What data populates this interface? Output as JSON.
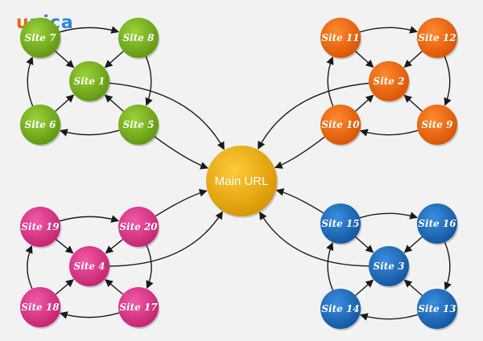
{
  "logo": {
    "text": "unica"
  },
  "colors": {
    "green": "#7ab317",
    "orange": "#f26a0a",
    "magenta": "#e03a8c",
    "blue": "#1d6fc0",
    "main": "#f0b000",
    "logo_u": "#e8641c",
    "logo_rest": "#2a86d8"
  },
  "center": {
    "label": "Main URL"
  },
  "clusters": [
    {
      "name": "green",
      "hub": "Site 1",
      "nodes": [
        {
          "id": "site-1",
          "label": "Site 1"
        },
        {
          "id": "site-5",
          "label": "Site 5"
        },
        {
          "id": "site-6",
          "label": "Site 6"
        },
        {
          "id": "site-7",
          "label": "Site 7"
        },
        {
          "id": "site-8",
          "label": "Site 8"
        }
      ]
    },
    {
      "name": "orange",
      "hub": "Site 2",
      "nodes": [
        {
          "id": "site-2",
          "label": "Site 2"
        },
        {
          "id": "site-9",
          "label": "Site 9"
        },
        {
          "id": "site-10",
          "label": "Site 10"
        },
        {
          "id": "site-11",
          "label": "Site 11"
        },
        {
          "id": "site-12",
          "label": "Site 12"
        }
      ]
    },
    {
      "name": "magenta",
      "hub": "Site 4",
      "nodes": [
        {
          "id": "site-4",
          "label": "Site 4"
        },
        {
          "id": "site-17",
          "label": "Site 17"
        },
        {
          "id": "site-18",
          "label": "Site 18"
        },
        {
          "id": "site-19",
          "label": "Site 19"
        },
        {
          "id": "site-20",
          "label": "Site 20"
        }
      ]
    },
    {
      "name": "blue",
      "hub": "Site 3",
      "nodes": [
        {
          "id": "site-3",
          "label": "Site 3"
        },
        {
          "id": "site-13",
          "label": "Site 13"
        },
        {
          "id": "site-14",
          "label": "Site 14"
        },
        {
          "id": "site-15",
          "label": "Site 15"
        },
        {
          "id": "site-16",
          "label": "Site 16"
        }
      ]
    }
  ]
}
